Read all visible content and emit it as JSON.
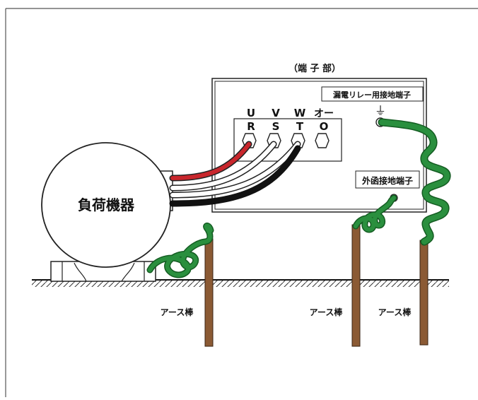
{
  "terminal_block": {
    "title": "（端 子 部）",
    "leakage_relay_label": "漏電リレー用接地端子",
    "enclosure_label": "外函接地端子",
    "ground_symbol": "⏚",
    "phases_top": [
      "U",
      "V",
      "W",
      "オー"
    ],
    "phases_bottom": [
      "R",
      "S",
      "T",
      "O"
    ]
  },
  "load": {
    "label": "負荷機器"
  },
  "rods": [
    {
      "label": "アース棒"
    },
    {
      "label": "アース棒"
    },
    {
      "label": "アース棒"
    }
  ],
  "colors": {
    "wire_red": "#c8262c",
    "wire_white": "#ffffff",
    "wire_black": "#111111",
    "ground_wire": "#2a8f3e",
    "ground_wire_dark": "#145c22",
    "rod": "#8b5a34"
  }
}
